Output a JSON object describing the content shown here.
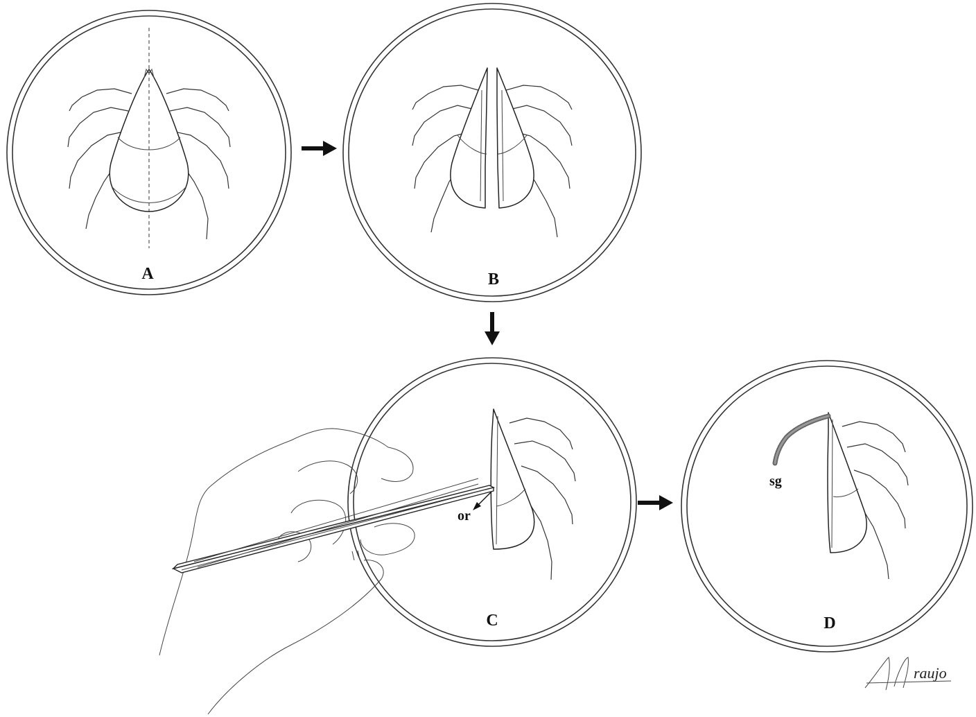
{
  "panels": [
    {
      "id": "A",
      "label": "A"
    },
    {
      "id": "B",
      "label": "B"
    },
    {
      "id": "C",
      "label": "C"
    },
    {
      "id": "D",
      "label": "D"
    }
  ],
  "annotations": {
    "or": "or",
    "sg": "sg"
  },
  "signature": "A M Araujo"
}
